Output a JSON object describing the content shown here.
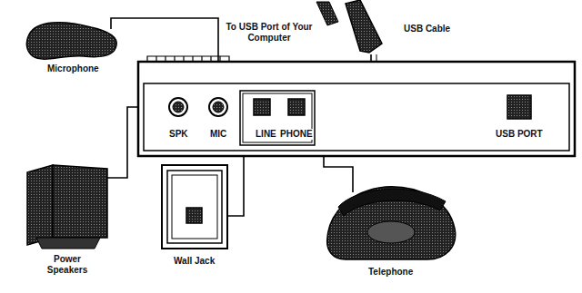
{
  "diagram": {
    "labels": [
      "Microphone",
      "To USB Port of Your Computer",
      "USB Cable",
      "SPK",
      "MIC",
      "LINE",
      "PHONE",
      "USB PORT",
      "Power Speakers",
      "Wall Jack",
      "Telephone"
    ]
  }
}
